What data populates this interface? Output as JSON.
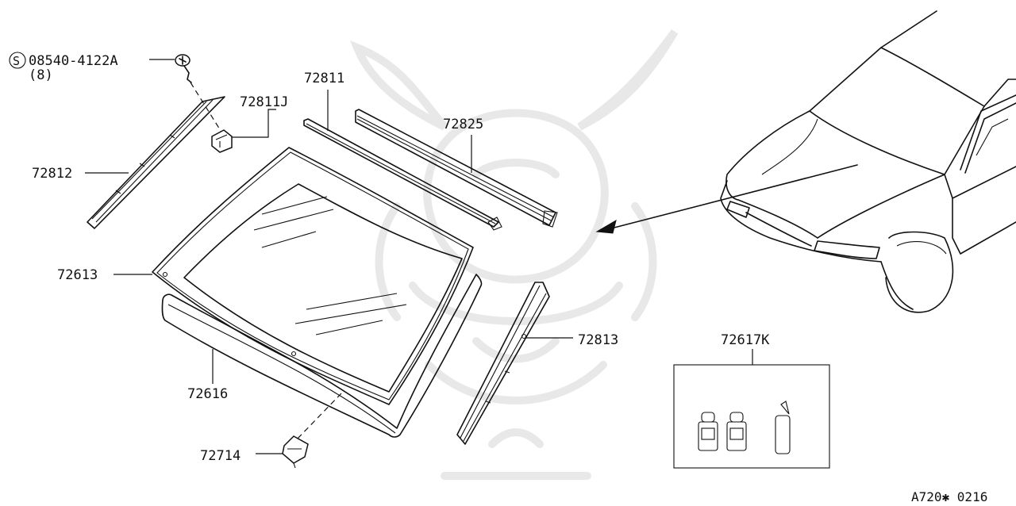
{
  "colors": {
    "line": "#111111",
    "watermark": "#e8e8e8",
    "background": "#ffffff"
  },
  "callouts": {
    "bolt_part": "08540-4122A",
    "bolt_qty": "(8)",
    "bolt_symbol": "S",
    "molding_upper": "72811",
    "molding_clip": "72811J",
    "seal_upper": "72825",
    "molding_side_left": "72812",
    "windshield_glass": "72613",
    "molding_side_right": "72813",
    "dam_rubber": "72616",
    "glass_fastener": "72714",
    "adhesive_kit": "72617K"
  },
  "figure_code": "A720✱ 0216",
  "icons": [
    "vehicle-front-view",
    "adhesive-bottle",
    "primer-nozzle",
    "bolt",
    "clip",
    "watermark-emblem"
  ]
}
